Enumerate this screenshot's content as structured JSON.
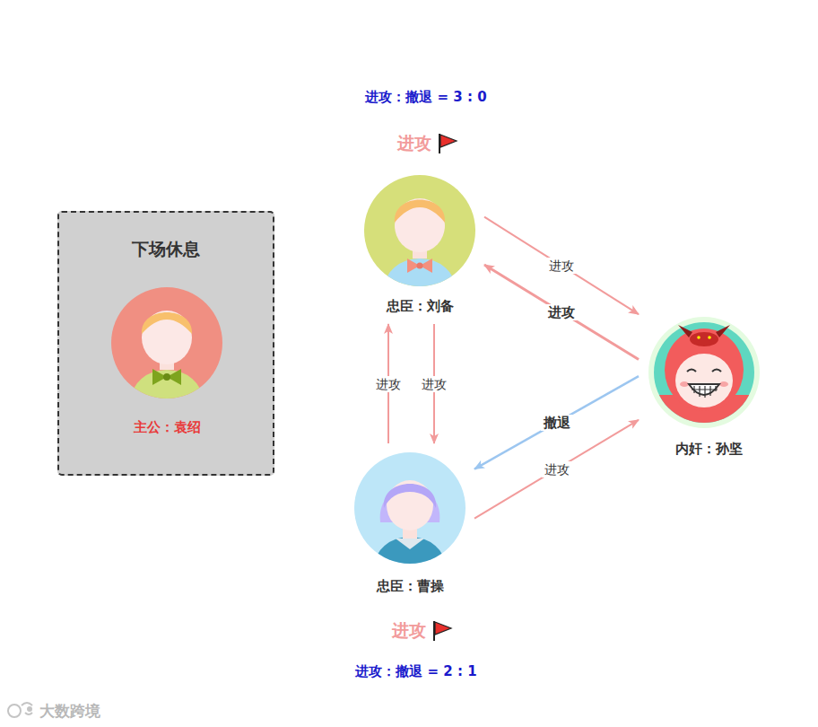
{
  "diagram": {
    "nodes": [
      {
        "text": [
          "下场休息"
        ]
      },
      {
        "text": [
          "主公：袁绍"
        ],
        "in": 0
      },
      {
        "text": [
          "忠臣：刘备"
        ]
      },
      {
        "text": [
          "忠臣：曹操"
        ]
      },
      {
        "text": [
          "内奸：孙坚"
        ]
      }
    ],
    "edges": [
      {
        "from": 2,
        "to": 4,
        "label": "进攻",
        "arrow": "to"
      },
      {
        "from": 4,
        "to": 2,
        "label": "进攻",
        "arrow": "to"
      },
      {
        "from": 3,
        "to": 2,
        "label": "进攻",
        "arrow": "to"
      },
      {
        "from": 2,
        "to": 3,
        "label": "进攻",
        "arrow": "to"
      },
      {
        "from": 4,
        "to": 3,
        "label": "撤退",
        "arrow": "to"
      },
      {
        "from": 3,
        "to": 4,
        "label": "进攻",
        "arrow": "to"
      }
    ],
    "labels": [
      "进攻：撤退 = 3 : 0",
      "进攻",
      "进攻",
      "进攻：撤退 = 2 : 1",
      "大数跨境"
    ]
  }
}
